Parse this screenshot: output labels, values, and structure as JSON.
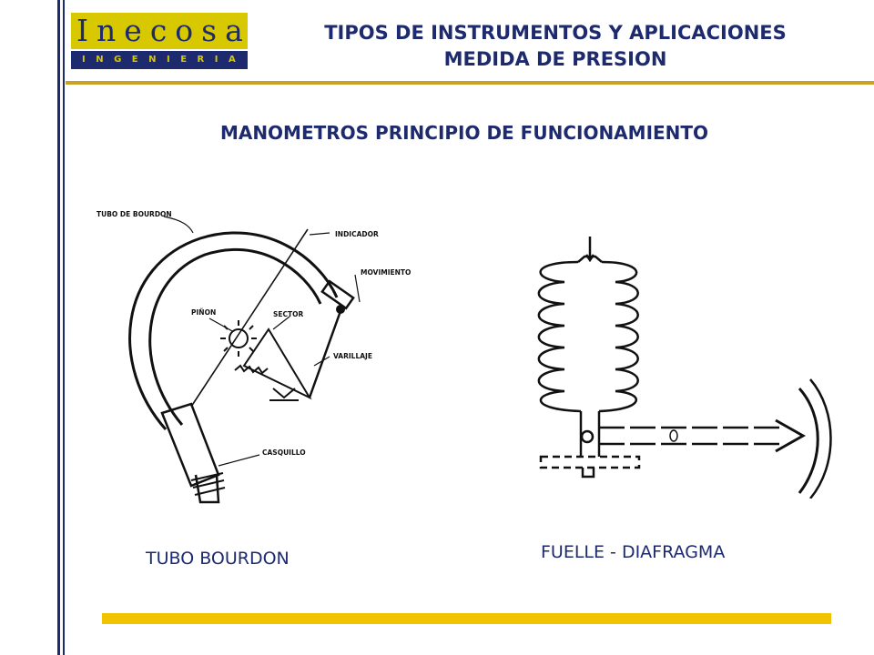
{
  "logo": {
    "brand": "Inecosa",
    "sub": "INGENIERIA"
  },
  "header": {
    "title_line1": "TIPOS DE INSTRUMENTOS Y APLICACIONES",
    "title_line2": "MEDIDA DE PRESION"
  },
  "section_title": "MANOMETROS PRINCIPIO DE FUNCIONAMIENTO",
  "bourdon_diagram": {
    "labels": {
      "tube": "TUBO DE BOURDON",
      "indicator": "INDICADOR",
      "movement": "MOVIMIENTO",
      "pinion": "PIÑON",
      "sector": "SECTOR",
      "linkage": "VARILLAJE",
      "socket": "CASQUILLO"
    },
    "caption": "TUBO BOURDON"
  },
  "bellows_diagram": {
    "caption": "FUELLE - DIAFRAGMA"
  },
  "colors": {
    "navy": "#1e2a6e",
    "gold": "#c9a227",
    "logo_yellow": "#d8c800"
  }
}
